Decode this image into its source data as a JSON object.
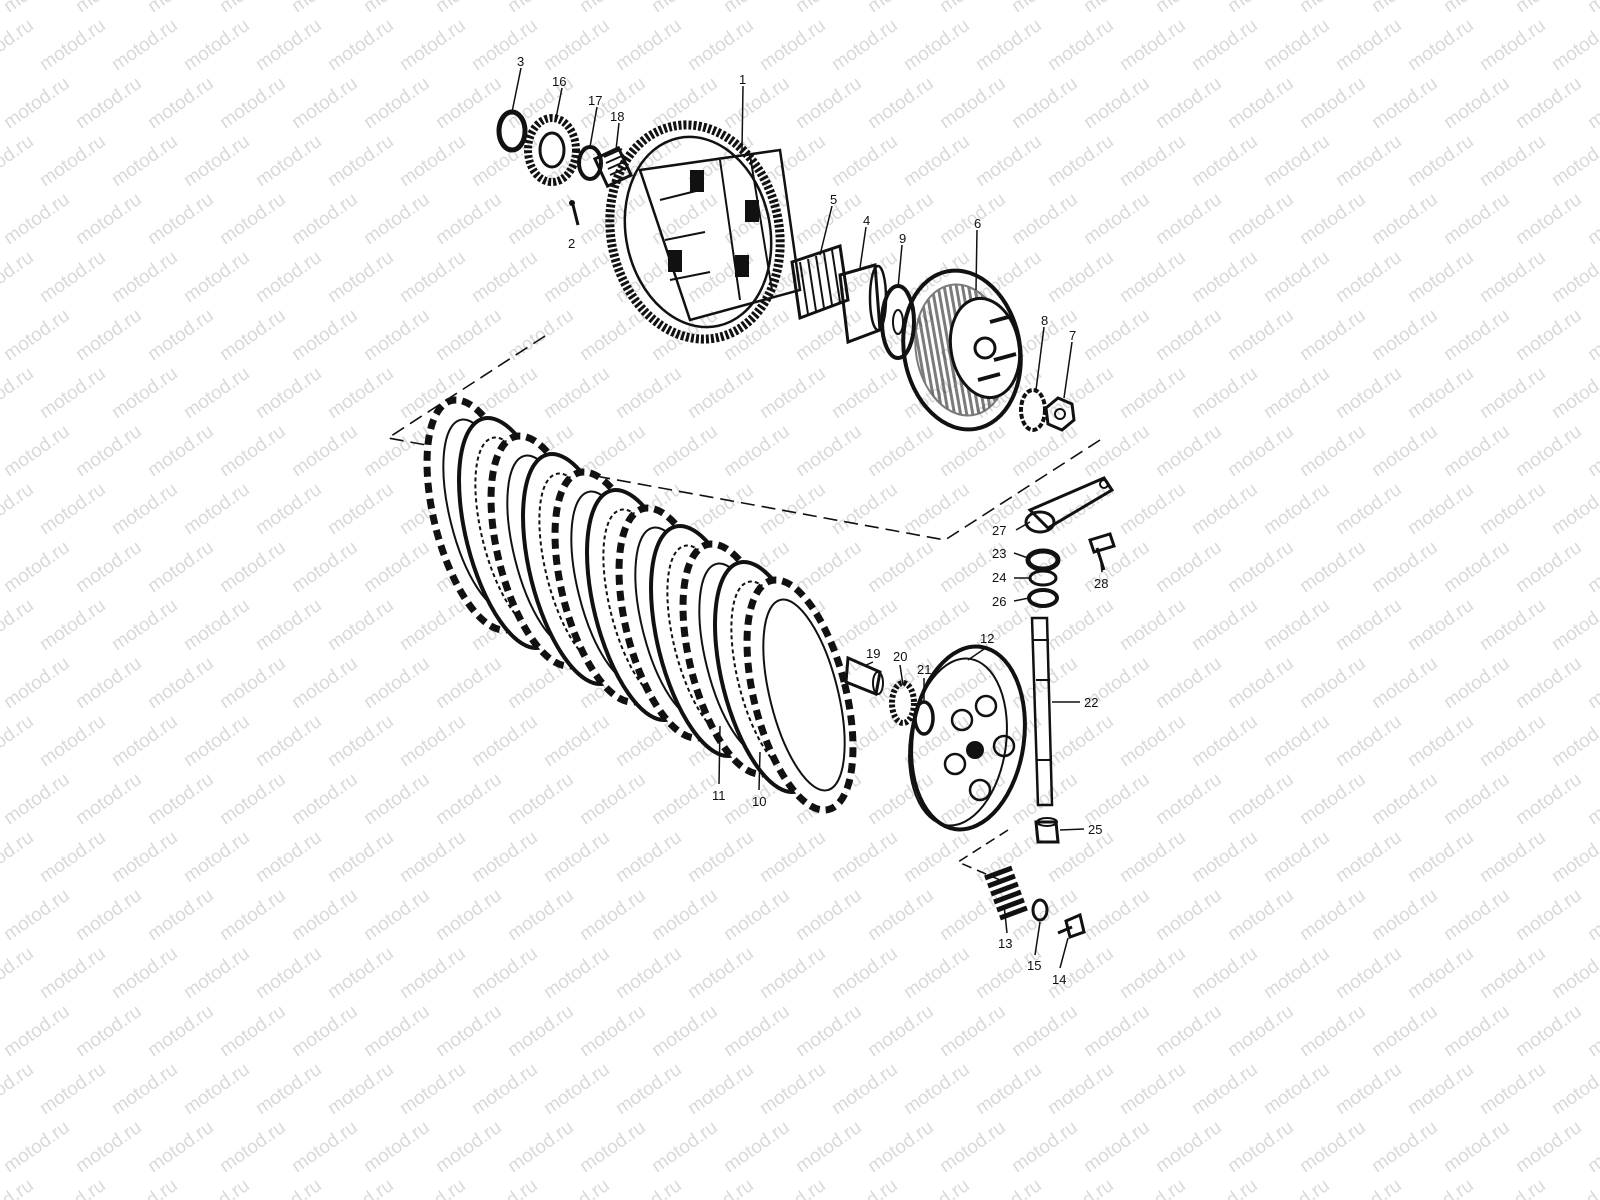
{
  "watermark": {
    "text": "motod.ru",
    "color": "#d9d9d9"
  },
  "diagram": {
    "line_color": "#111111",
    "callouts": [
      {
        "id": "c3",
        "text": "3"
      },
      {
        "id": "c16",
        "text": "16"
      },
      {
        "id": "c17",
        "text": "17"
      },
      {
        "id": "c18",
        "text": "18"
      },
      {
        "id": "c1",
        "text": "1"
      },
      {
        "id": "c2",
        "text": "2"
      },
      {
        "id": "c5",
        "text": "5"
      },
      {
        "id": "c4",
        "text": "4"
      },
      {
        "id": "c9",
        "text": "9"
      },
      {
        "id": "c6",
        "text": "6"
      },
      {
        "id": "c8",
        "text": "8"
      },
      {
        "id": "c7",
        "text": "7"
      },
      {
        "id": "c27",
        "text": "27"
      },
      {
        "id": "c23",
        "text": "23"
      },
      {
        "id": "c24",
        "text": "24"
      },
      {
        "id": "c26",
        "text": "26"
      },
      {
        "id": "c28",
        "text": "28"
      },
      {
        "id": "c12",
        "text": "12"
      },
      {
        "id": "c19",
        "text": "19"
      },
      {
        "id": "c20",
        "text": "20"
      },
      {
        "id": "c21",
        "text": "21"
      },
      {
        "id": "c22",
        "text": "22"
      },
      {
        "id": "c11",
        "text": "11"
      },
      {
        "id": "c10",
        "text": "10"
      },
      {
        "id": "c25",
        "text": "25"
      },
      {
        "id": "c13",
        "text": "13"
      },
      {
        "id": "c15",
        "text": "15"
      },
      {
        "id": "c14",
        "text": "14"
      }
    ]
  }
}
